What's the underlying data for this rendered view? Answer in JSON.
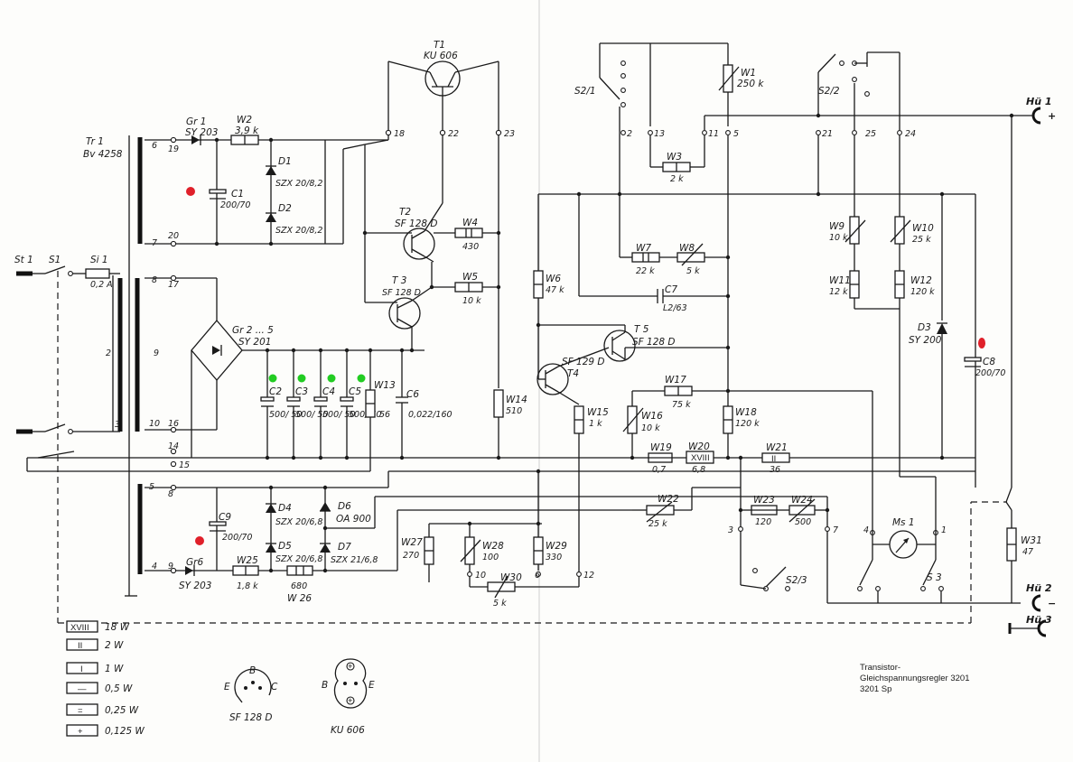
{
  "title_block": {
    "line1": "Transistor-",
    "line2": "Gleichspannungsregler 3201",
    "line3": "3201 Sp"
  },
  "marker_colors": {
    "red": "#e0202a",
    "green": "#22cc22"
  },
  "transformer": {
    "name": "Tr 1",
    "type": "Bv 4258"
  },
  "input": {
    "plug": "St 1",
    "switch": "S1",
    "fuse": "Si 1",
    "fuse_value": "0,2 A"
  },
  "sockets": {
    "hu1": "Hü 1",
    "hu2": "Hü 2",
    "hu3": "Hü 3",
    "plus": "+",
    "minus": "−"
  },
  "transistors": {
    "t1": {
      "name": "T1",
      "type": "KU 606"
    },
    "t2": {
      "name": "T2",
      "type": "SF 128 D"
    },
    "t3": {
      "name": "T 3",
      "type": "SF 128 D"
    },
    "t4": {
      "name": "T4",
      "type": "SF 129 D"
    },
    "t5": {
      "name": "T 5",
      "type": "SF 128 D"
    }
  },
  "diodes": {
    "gr1": {
      "name": "Gr 1",
      "type": "SY 203"
    },
    "gr2": {
      "name": "Gr 2 ... 5",
      "type": "SY 201"
    },
    "gr6": {
      "name": "Gr6",
      "type": "SY 203"
    },
    "d1": {
      "name": "D1",
      "type": "SZX 20/8,2"
    },
    "d2": {
      "name": "D2",
      "type": "SZX 20/8,2"
    },
    "d3": {
      "name": "D3",
      "type": "SY 200"
    },
    "d4": {
      "name": "D4",
      "type": "SZX 20/6,8"
    },
    "d5": {
      "name": "D5",
      "type": "SZX 20/6,8"
    },
    "d6": {
      "name": "D6",
      "type": "OA 900"
    },
    "d7": {
      "name": "D7",
      "type": "SZX 21/6,8"
    }
  },
  "capacitors": {
    "c1": {
      "name": "C1",
      "value": "200/70"
    },
    "c2": {
      "name": "C2",
      "value": "500/ 50"
    },
    "c3": {
      "name": "C3",
      "value": "500/ 50"
    },
    "c4": {
      "name": "C4",
      "value": "500/ 50"
    },
    "c5": {
      "name": "C5",
      "value": "500/ 50"
    },
    "c6": {
      "name": "C6",
      "value": "0,022/160"
    },
    "c7": {
      "name": "C7",
      "value": "L2/63"
    },
    "c8": {
      "name": "C8",
      "value": "200/70"
    },
    "c9": {
      "name": "C9",
      "value": "200/70"
    }
  },
  "resistors": {
    "w1": {
      "name": "W1",
      "value": "250 k"
    },
    "w2": {
      "name": "W2",
      "value": "3,9 k"
    },
    "w3": {
      "name": "W3",
      "value": "2 k"
    },
    "w4": {
      "name": "W4",
      "value": "430"
    },
    "w5": {
      "name": "W5",
      "value": "10 k"
    },
    "w6": {
      "name": "W6",
      "value": "47 k"
    },
    "w7": {
      "name": "W7",
      "value": "22 k"
    },
    "w8": {
      "name": "W8",
      "value": "5 k"
    },
    "w9": {
      "name": "W9",
      "value": "10 k"
    },
    "w10": {
      "name": "W10",
      "value": "25 k"
    },
    "w11": {
      "name": "W11",
      "value": "12 k"
    },
    "w12": {
      "name": "W12",
      "value": "120 k"
    },
    "w13": {
      "name": "W13",
      "value": "56"
    },
    "w14": {
      "name": "W14",
      "value": "510"
    },
    "w15": {
      "name": "W15",
      "value": "1 k"
    },
    "w16": {
      "name": "W16",
      "value": "10 k"
    },
    "w17": {
      "name": "W17",
      "value": "75 k"
    },
    "w18": {
      "name": "W18",
      "value": "120 k"
    },
    "w19": {
      "name": "W19",
      "value": "0,7"
    },
    "w20": {
      "name": "W20",
      "value": "6,8",
      "mark": "XVIII"
    },
    "w21": {
      "name": "W21",
      "value": "36",
      "mark": "II"
    },
    "w22": {
      "name": "W22",
      "value": "25 k"
    },
    "w23": {
      "name": "W23",
      "value": "120"
    },
    "w24": {
      "name": "W24",
      "value": "500"
    },
    "w25": {
      "name": "W25",
      "value": "1,8 k"
    },
    "w26": {
      "name": "W 26",
      "value": "680"
    },
    "w27": {
      "name": "W27",
      "value": "270"
    },
    "w28": {
      "name": "W28",
      "value": "100"
    },
    "w29": {
      "name": "W29",
      "value": "330"
    },
    "w30": {
      "name": "W30",
      "value": "5 k"
    },
    "w31": {
      "name": "W31",
      "value": "47"
    }
  },
  "switches": {
    "s21": "S2/1",
    "s22": "S2/2",
    "s23": "S2/3",
    "s3": "S 3"
  },
  "meter": {
    "name": "Ms 1"
  },
  "terminals": {
    "t18": "18",
    "t22": "22",
    "t23": "23",
    "t2": "2",
    "t13": "13",
    "t11": "11",
    "t5": "5",
    "t21": "21",
    "t25": "25",
    "t24": "24",
    "t6": "6",
    "t19": "19",
    "t7": "7",
    "t20": "20",
    "t8": "8",
    "t17": "17",
    "t9": "9",
    "t10": "10",
    "t16": "16",
    "t3": "3",
    "t14": "14",
    "t15": "15",
    "t5b": "5",
    "t8b": "8",
    "t9b": "9",
    "t4": "4",
    "t10b": "10",
    "t6b": "6",
    "t12": "12",
    "t3b": "3",
    "t7b": "7",
    "t4b": "4",
    "t1": "1",
    "t2b": "2"
  },
  "legend": [
    {
      "symbol": "XVIII",
      "label": "18 W"
    },
    {
      "symbol": "II",
      "label": "2 W"
    },
    {
      "symbol": "I",
      "label": "1 W"
    },
    {
      "symbol": "—",
      "label": "0,5 W"
    },
    {
      "symbol": "=",
      "label": "0,25 W"
    },
    {
      "symbol": "+",
      "label": "0,125 W"
    }
  ],
  "pinouts": {
    "sf128": {
      "name": "SF 128 D",
      "b": "B",
      "e": "E",
      "c": "C"
    },
    "ku606": {
      "name": "KU 606",
      "b": "B",
      "e": "E",
      "plus1": "+",
      "plus2": "+"
    }
  }
}
